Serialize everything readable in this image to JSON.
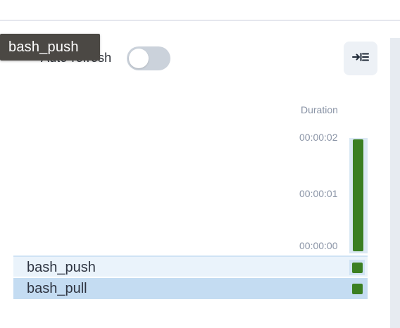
{
  "header": {
    "auto_refresh_label": "Auto-refresh",
    "auto_refresh_enabled": false,
    "expand_icon": "expand-right-icon"
  },
  "tooltip": {
    "text": "bash_push"
  },
  "duration_chart": {
    "header": "Duration",
    "ticks": [
      "00:00:02",
      "00:00:01",
      "00:00:00"
    ],
    "bar_max_seconds": 2,
    "bar_color": "#3b7f22"
  },
  "tasks": [
    {
      "name": "bash_push",
      "status_color": "#3b7f22"
    },
    {
      "name": "bash_pull",
      "status_color": "#3b7f22"
    }
  ]
}
